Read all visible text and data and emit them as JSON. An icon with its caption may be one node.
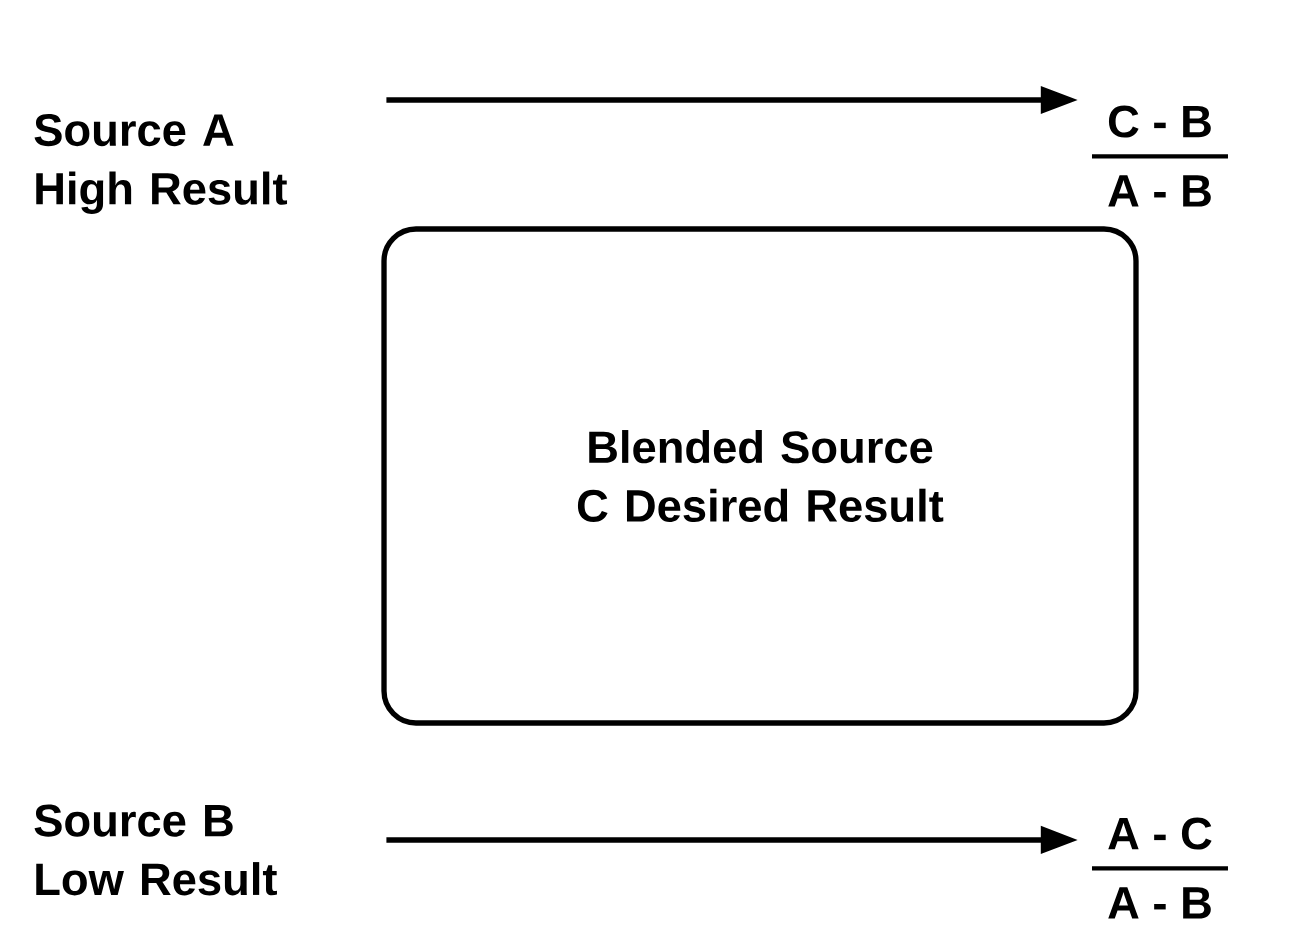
{
  "diagram": {
    "nodes": [
      {
        "text": [
          "Source A High Result"
        ]
      },
      {
        "text": [
          "C - B",
          "A - B"
        ]
      },
      {
        "text": [
          "Blended Source C Desired Result"
        ]
      },
      {
        "text": [
          "Source B Low Result"
        ]
      },
      {
        "text": [
          "A - C",
          "A - B"
        ]
      }
    ],
    "edges": [
      {
        "from": 0,
        "to": 1,
        "arrow": "to"
      },
      {
        "from": 3,
        "to": 4,
        "arrow": "to"
      }
    ]
  }
}
